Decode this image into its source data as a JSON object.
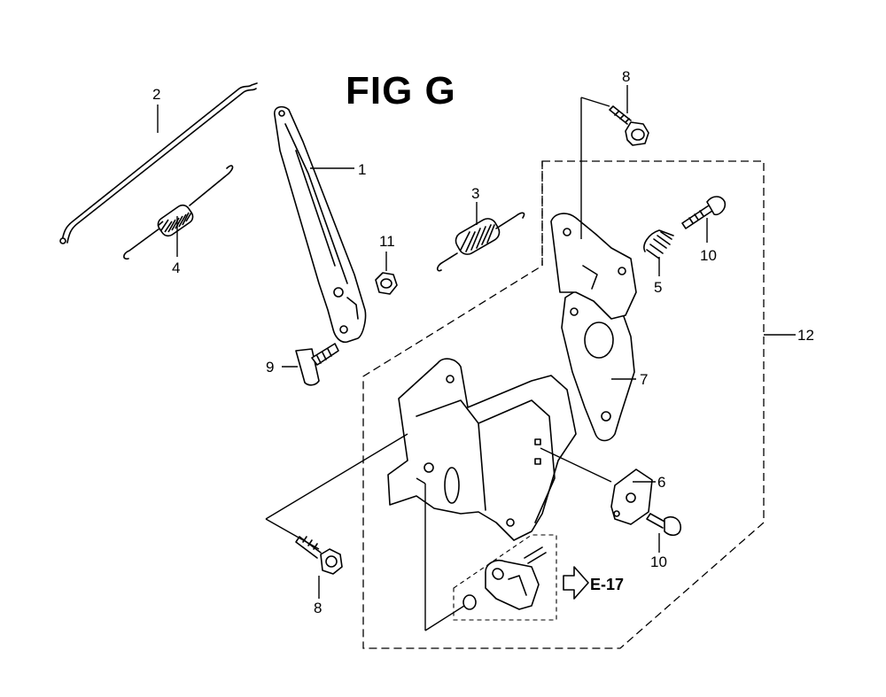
{
  "title": "FIG G",
  "callouts": {
    "c1": "1",
    "c2": "2",
    "c3": "3",
    "c4": "4",
    "c5": "5",
    "c6": "6",
    "c7": "7",
    "c8a": "8",
    "c8b": "8",
    "c9": "9",
    "c10a": "10",
    "c10b": "10",
    "c11": "11",
    "c12": "12"
  },
  "reference": "E-17"
}
